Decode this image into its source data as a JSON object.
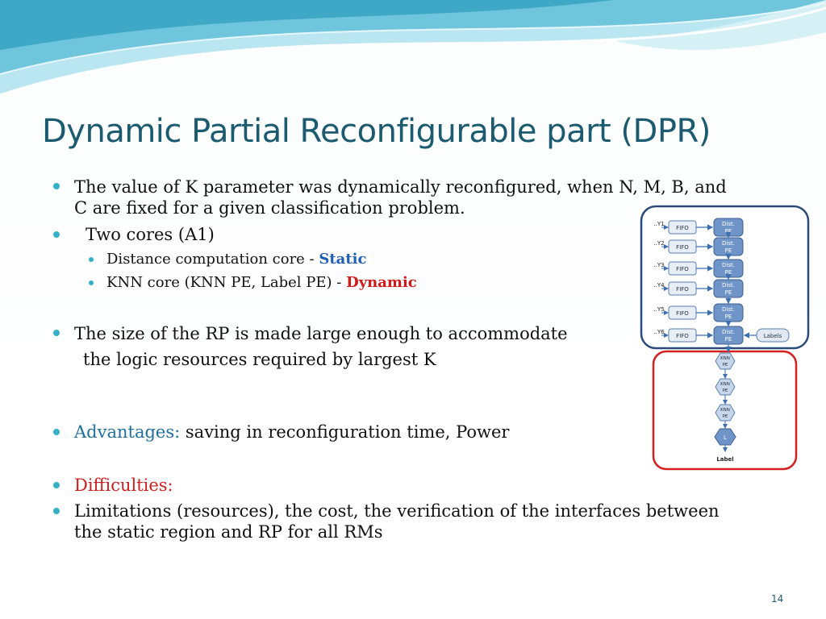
{
  "slide": {
    "title": "Dynamic Partial Reconfigurable part (DPR)",
    "page_number": "14",
    "bullets": {
      "k_param_line1": "The value of K parameter was dynamically reconfigured, when N, M, B, and",
      "k_param_line2": "C are fixed for a given classification problem.",
      "two_cores": "Two cores (A1)",
      "distance_core": "Distance computation core -",
      "distance_core_type": "Static",
      "knn_core": "KNN core (KNN PE, Label PE) -",
      "knn_core_type": "Dynamic",
      "rp_size_line1": "The size of the RP is made large enough to accommodate",
      "rp_size_line2": "the logic resources required by largest K",
      "advantages_label": "Advantages:",
      "advantages_text": "saving in reconfiguration time, Power",
      "difficulties_label": "Difficulties:",
      "limitations_line1": "Limitations (resources), the cost, the verification of the interfaces between",
      "limitations_line2": "the static region and RP for all RMs"
    }
  },
  "diagram": {
    "inputs": [
      "Y1",
      "Y2",
      "Y3",
      "Y4",
      "Y5",
      "Y6"
    ],
    "fifo_label": "FIFO",
    "dist_label_1": "Dist.",
    "dist_label_2": "PE",
    "labels_label": "Labels",
    "knn_label_1": "KNN",
    "knn_label_2": "PE",
    "l_label": "L",
    "output_label": "Label",
    "colors": {
      "static_border": "#2a4a7a",
      "dynamic_border": "#d42020",
      "fifo_fill": "#e8eef6",
      "pe_fill": "#6f95c8"
    }
  }
}
